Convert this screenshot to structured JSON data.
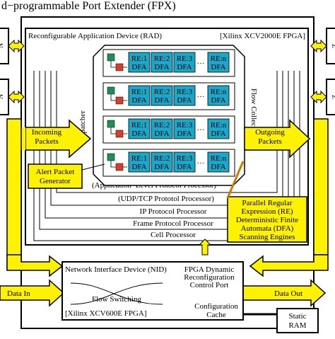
{
  "title": "d−programmable Port Extender (FPX)",
  "rad": {
    "label": "Reconfigurable Application Device (RAD)",
    "fpga": "[Xilinx XCV2000E FPGA]"
  },
  "dispatcher": "Dispatcher",
  "flow_collector": "Flow Collector",
  "engine_labels": [
    [
      "RE:1",
      "DFA"
    ],
    [
      "RE:2",
      "DFA"
    ],
    [
      "RE:3",
      "DFA"
    ],
    [
      "RE:n",
      "DFA"
    ]
  ],
  "incoming": [
    "Incoming",
    "Packets"
  ],
  "outgoing": [
    "Outgoing",
    "Packets"
  ],
  "alert": [
    "Alert Packet",
    "Generator"
  ],
  "processors": [
    "(Application−Level Protocol Processor)",
    "(UDP/TCP Prototol Processor)",
    "IP Protocol Processor",
    "Frame Protocol Processor",
    "Cell Processor"
  ],
  "parallel_note": [
    "Parallel Regular",
    "Expression (RE)",
    "Deterministic Finite",
    "Automata (DFA)",
    "Scanning Engines"
  ],
  "nid": {
    "label": "Network Interface Device (NID)",
    "switching": "Flow Switching",
    "fpga": "[Xilinx XCV600E FPGA]"
  },
  "reconfig_port": [
    "FPGA Dynamic",
    "Reconfiguration",
    "Control Port"
  ],
  "config_cache": [
    "Configuration",
    "Cache"
  ],
  "data_in": "Data In",
  "data_out": "Data Out",
  "static_ram": [
    "Static",
    "RAM"
  ],
  "side_left": [
    "N",
    "N"
  ],
  "side_right": [
    "Z",
    "Z"
  ],
  "colors": {
    "engine_cyan": "#1aa7c9",
    "arrow_yellow": "#fff200",
    "block_green": "#1f8f57",
    "block_red": "#d4402b",
    "alert_line": "#c77b00"
  }
}
